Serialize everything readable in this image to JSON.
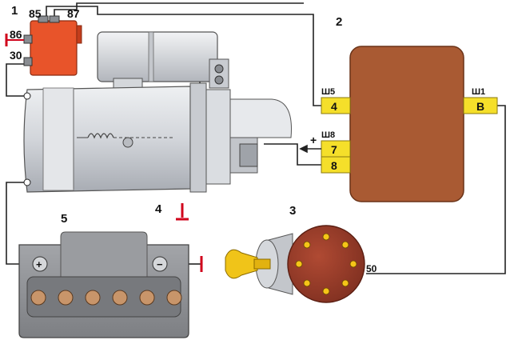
{
  "diagram": {
    "callouts": [
      "1",
      "2",
      "3",
      "4",
      "5"
    ],
    "relay_terminals": {
      "t85": "85",
      "t87": "87",
      "t86": "86",
      "t30": "30"
    },
    "unit_pins": [
      {
        "label": "4",
        "connector": "Ш5"
      },
      {
        "label": "7",
        "connector": "Ш8"
      },
      {
        "label": "8",
        "connector": ""
      },
      {
        "label": "B",
        "connector": "Ш1"
      }
    ],
    "plus_sign": "+",
    "ignition_terminal": "50",
    "battery_pos": "+",
    "battery_neg": "−",
    "colors": {
      "relay": "#e8542a",
      "unit": "#a95a33",
      "pin": "#f5df2a",
      "switch_disc": "#9a3d2a",
      "ground": "#d0021b",
      "starter_body": "#d6d8dc",
      "battery": "#8c8e92",
      "key": "#f0c419"
    }
  }
}
